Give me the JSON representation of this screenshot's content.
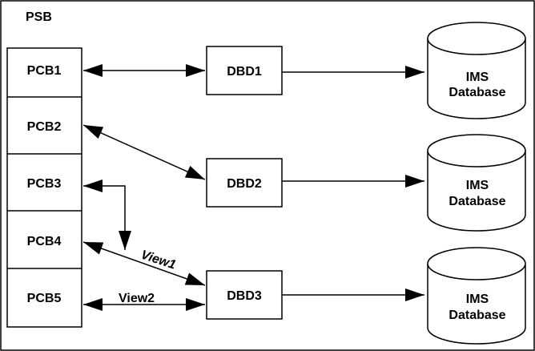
{
  "psb_label": "PSB",
  "pcbs": [
    {
      "label": "PCB1"
    },
    {
      "label": "PCB2"
    },
    {
      "label": "PCB3"
    },
    {
      "label": "PCB4"
    },
    {
      "label": "PCB5"
    }
  ],
  "dbds": [
    {
      "label": "DBD1"
    },
    {
      "label": "DBD2"
    },
    {
      "label": "DBD3"
    }
  ],
  "databases": [
    {
      "line1": "IMS",
      "line2": "Database"
    },
    {
      "line1": "IMS",
      "line2": "Database"
    },
    {
      "line1": "IMS",
      "line2": "Database"
    }
  ],
  "views": {
    "view1": "View1",
    "view2": "View2"
  }
}
